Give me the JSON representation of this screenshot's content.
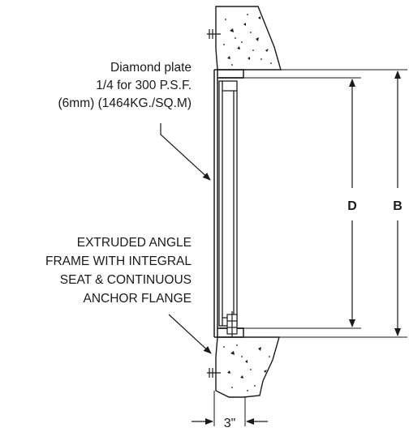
{
  "drawing": {
    "callouts": {
      "plate": {
        "lines": [
          "Diamond plate",
          "1/4 for 300 P.S.F.",
          "(6mm) (1464KG./SQ.M)"
        ]
      },
      "frame": {
        "lines": [
          "EXTRUDED ANGLE",
          "FRAME WITH INTEGRAL",
          "SEAT & CONTINUOUS",
          "ANCHOR FLANGE"
        ]
      }
    },
    "dimensions": {
      "opening": "D",
      "overall": "B",
      "depth": "3\""
    },
    "colors": {
      "line": "#1a1a1a",
      "concrete_fill": "#ffffff"
    }
  }
}
